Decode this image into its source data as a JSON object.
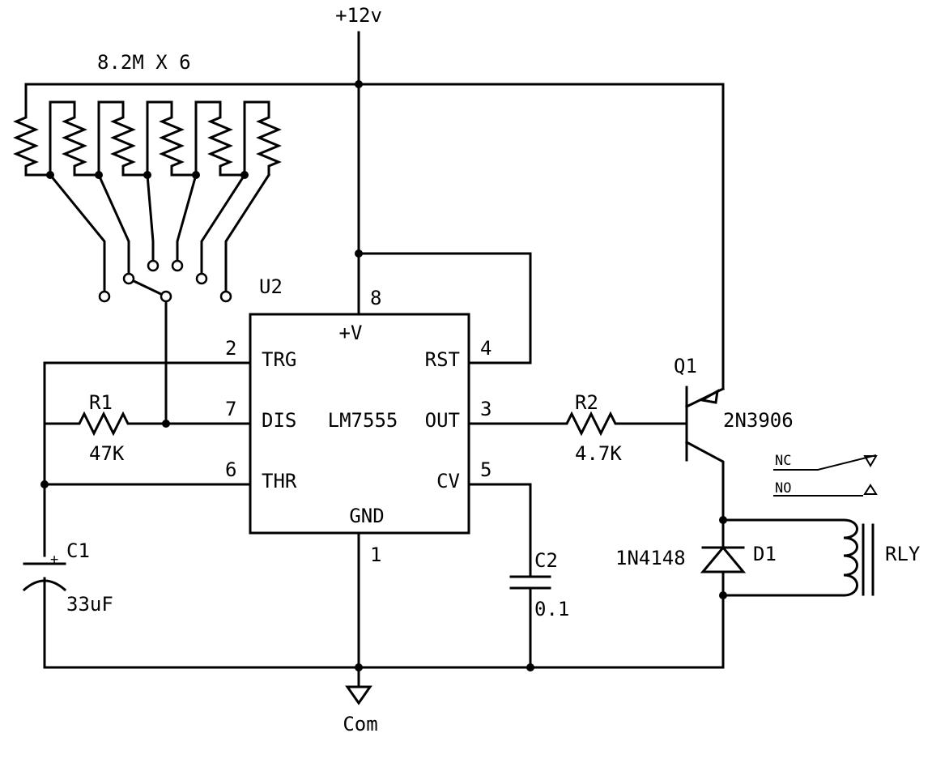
{
  "labels": {
    "supply": "+12v",
    "resistor_array": "8.2M X 6",
    "switch_ref": "U2",
    "ic_name": "LM7555",
    "ic_pin_vplus": "+V",
    "ic_pin_gnd": "GND",
    "ic_pin_trg": "TRG",
    "ic_pin_dis": "DIS",
    "ic_pin_thr": "THR",
    "ic_pin_rst": "RST",
    "ic_pin_out": "OUT",
    "ic_pin_cv": "CV",
    "pin_num_8": "8",
    "pin_num_2": "2",
    "pin_num_7": "7",
    "pin_num_6": "6",
    "pin_num_4": "4",
    "pin_num_3": "3",
    "pin_num_5": "5",
    "pin_num_1": "1",
    "r1_ref": "R1",
    "r1_value": "47K",
    "r2_ref": "R2",
    "r2_value": "4.7K",
    "c1_ref": "C1",
    "c1_value": "33uF",
    "c1_polarity": "+",
    "c2_ref": "C2",
    "c2_value": "0.1",
    "q1_ref": "Q1",
    "q1_part": "2N3906",
    "d1_ref": "D1",
    "d1_part": "1N4148",
    "relay_ref": "RLY",
    "relay_nc": "NC",
    "relay_no": "NO",
    "ground": "Com"
  }
}
